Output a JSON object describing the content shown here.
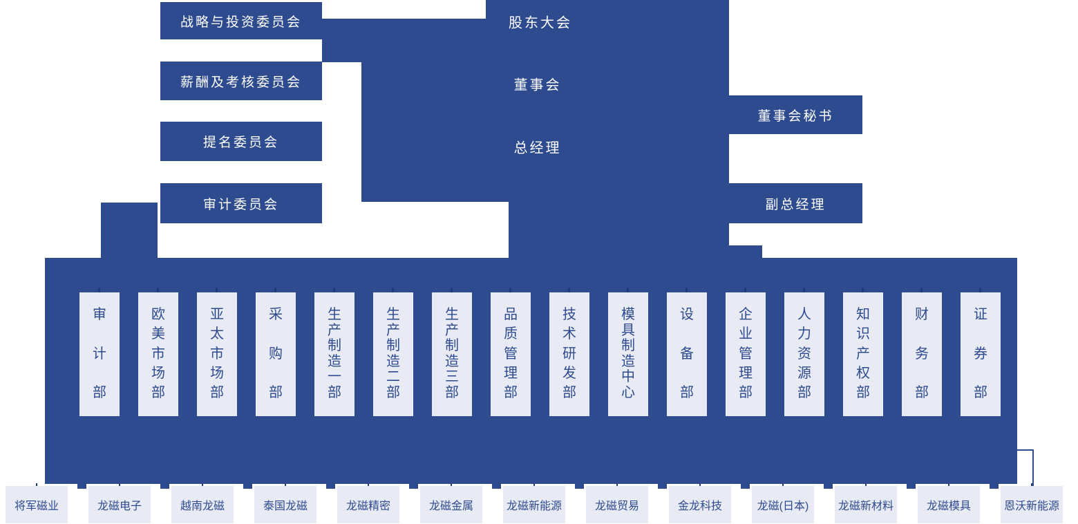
{
  "colors": {
    "primary_blue": "#2d4b8e",
    "dark_tick": "#1f3d7b",
    "light_box": "#e9ebf4",
    "box_text_blue": "#2d4a8e",
    "white": "#ffffff"
  },
  "governance": {
    "shareholders": "股东大会",
    "board": "董事会",
    "general_manager": "总经理"
  },
  "committees": [
    {
      "label": "战略与投资委员会"
    },
    {
      "label": "薪酬及考核委员会"
    },
    {
      "label": "提名委员会"
    },
    {
      "label": "审计委员会"
    }
  ],
  "officers": [
    {
      "label": "董事会秘书"
    },
    {
      "label": "副总经理"
    }
  ],
  "departments": [
    "审计部",
    "欧美市场部",
    "亚太市场部",
    "采购部",
    "生产制造一部",
    "生产制造二部",
    "生产制造三部",
    "品质管理部",
    "技术研发部",
    "模具制造中心",
    "设备部",
    "企业管理部",
    "人力资源部",
    "知识产权部",
    "财务部",
    "证券部"
  ],
  "subsidiaries": [
    "将军磁业",
    "龙磁电子",
    "越南龙磁",
    "泰国龙磁",
    "龙磁精密",
    "龙磁金属",
    "龙磁新能源",
    "龙磁贸易",
    "金龙科技",
    "龙磁(日本)",
    "龙磁新材料",
    "龙磁模具",
    "恩沃新能源"
  ]
}
